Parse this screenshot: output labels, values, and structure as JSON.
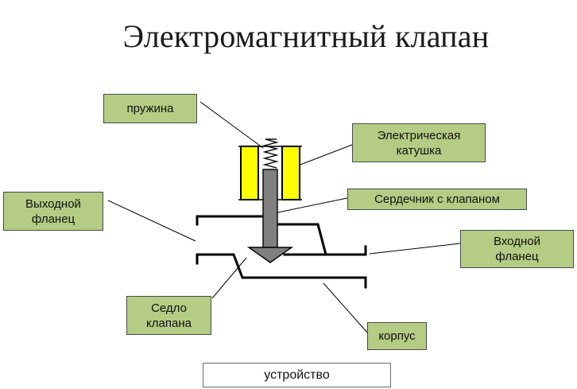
{
  "title": "Электромагнитный клапан",
  "labels": {
    "spring": "пружина",
    "coil_line1": "Электрическая",
    "coil_line2": "катушка",
    "core": "Сердечник с клапаном",
    "outlet_line1": "Выходной",
    "outlet_line2": "фланец",
    "inlet_line1": "Входной",
    "inlet_line2": "фланец",
    "seat_line1": "Седло",
    "seat_line2": "клапана",
    "body": "корпус"
  },
  "caption": "устройство",
  "colors": {
    "label_bg": "#b4cc84",
    "coil": "#ffff00",
    "core": "#7f7f7f",
    "line": "#000000"
  }
}
